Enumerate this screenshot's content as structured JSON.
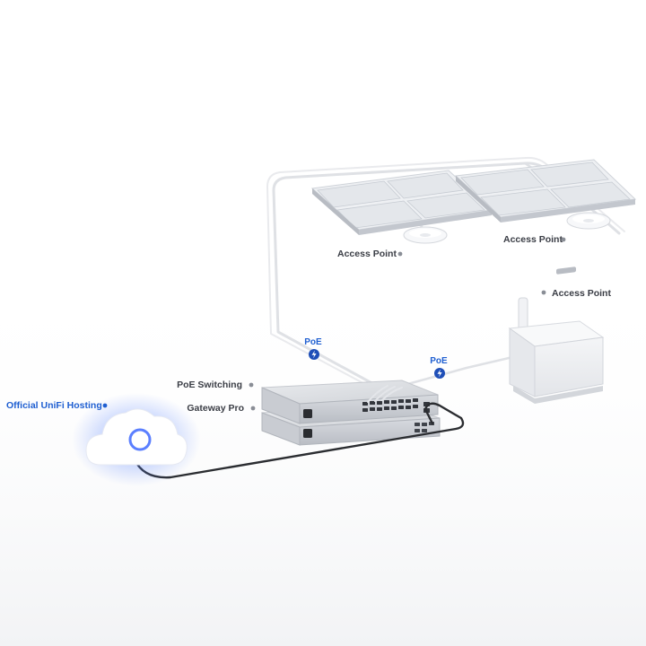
{
  "labels": {
    "cloud": "Official UniFi Hosting",
    "poe_switching": "PoE Switching",
    "gateway": "Gateway Pro",
    "ap_ceiling_left": "Access Point",
    "ap_ceiling_right": "Access Point",
    "ap_outdoor": "Access Point"
  },
  "poe_badges": {
    "left": "PoE",
    "right": "PoE"
  },
  "colors": {
    "accent": "#1f5fd1",
    "label_text": "#3a3d45",
    "cable_dark": "#2b2d31",
    "cable_light": "#d9dbe0"
  }
}
